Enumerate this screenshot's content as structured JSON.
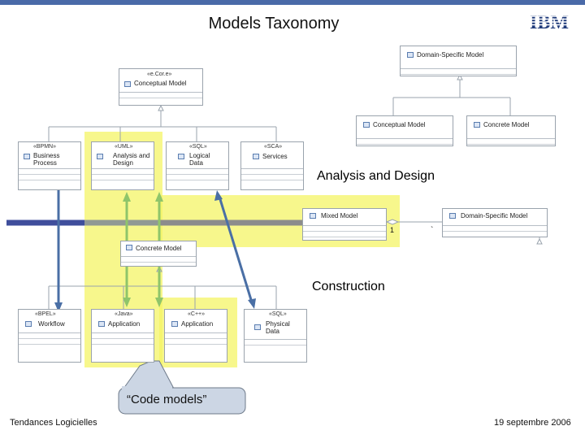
{
  "slide": {
    "title": "Models Taxonomy",
    "logo_text": "IBM",
    "footer_left": "Tendances Logicielles",
    "footer_right": "19 septembre 2006"
  },
  "labels": {
    "analysis": "Analysis and Design",
    "construction": "Construction",
    "callout": "“Code models”",
    "mixed_multiplicity": "1",
    "tick": "`"
  },
  "boxes": {
    "dsm_top": {
      "stereo": "",
      "name": "Domain-Specific Model"
    },
    "conceptual_left": {
      "stereo": "«e.Cor.e»",
      "name": "Conceptual Model"
    },
    "conceptual_right": {
      "stereo": "",
      "name": "Conceptual Model"
    },
    "concrete_right": {
      "stereo": "",
      "name": "Concrete Model"
    },
    "business": {
      "stereo": "«BPMN»",
      "name": "Business Process"
    },
    "analysis": {
      "stereo": "«UML»",
      "name": "Analysis and Design"
    },
    "logical": {
      "stereo": "«SQL»",
      "name": "Logical Data"
    },
    "services": {
      "stereo": "«SCA»",
      "name": "Services"
    },
    "mixed": {
      "stereo": "",
      "name": "Mixed Model"
    },
    "dsm_mid": {
      "stereo": "",
      "name": "Domain-Specific Model"
    },
    "concrete_mid": {
      "stereo": "",
      "name": "Concrete Model"
    },
    "workflow": {
      "stereo": "«BPEL»",
      "name": "Workflow"
    },
    "app_java": {
      "stereo": "«Java»",
      "name": "Application"
    },
    "app_cpp": {
      "stereo": "«C++»",
      "name": "Application"
    },
    "physical": {
      "stereo": "«SQL»",
      "name": "Physical Data"
    }
  },
  "colors": {
    "highlight": "#f4f466",
    "blue_bar": "#3f4e9c",
    "gray_bar": "#8c8c8c",
    "arrow_blue": "#4a6fa5",
    "arrow_green": "#8fc56a",
    "callout_fill": "#ccd6e4"
  }
}
